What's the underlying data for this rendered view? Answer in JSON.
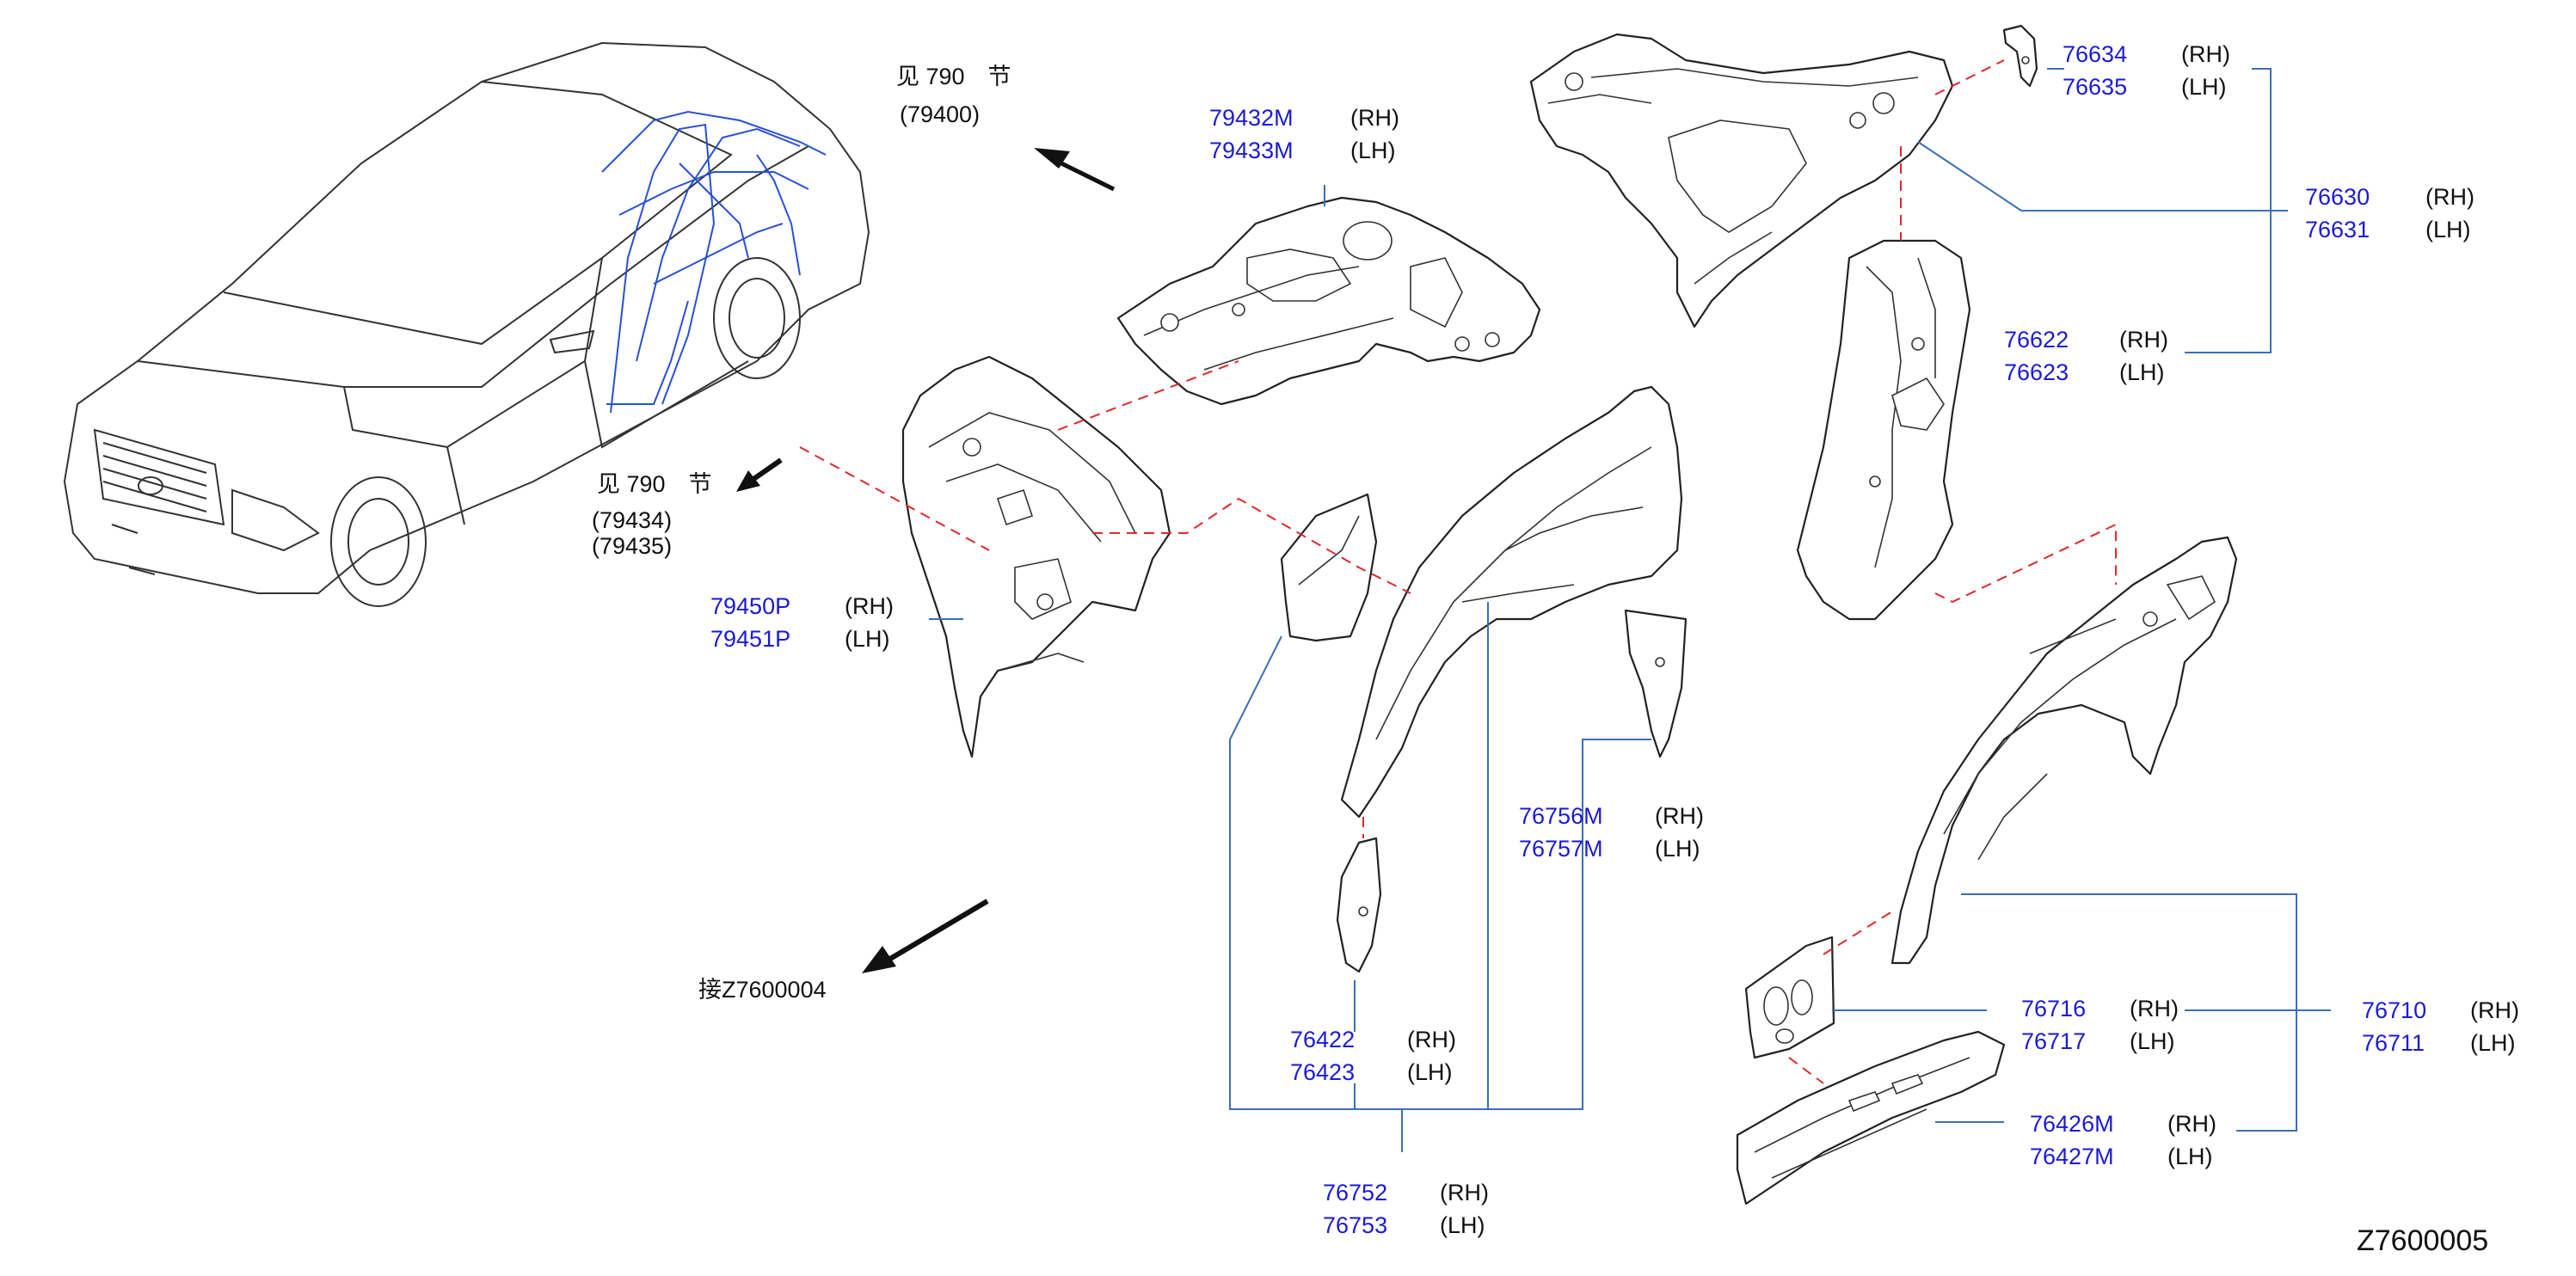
{
  "diagram_id": "Z7600005",
  "refs": {
    "see_top": "见 790　节",
    "see_top_code": "(79400)",
    "see_left": "见 790　节",
    "see_left_code1": "(79434)",
    "see_left_code2": "(79435)",
    "continue": "接Z7600004"
  },
  "parts": [
    {
      "key": "p79432",
      "rh": "79432M",
      "lh": "79433M",
      "rh_tag": "(RH)",
      "lh_tag": "(LH)"
    },
    {
      "key": "p79450",
      "rh": "79450P",
      "lh": "79451P",
      "rh_tag": "(RH)",
      "lh_tag": "(LH)"
    },
    {
      "key": "p76634",
      "rh": "76634",
      "lh": "76635",
      "rh_tag": "(RH)",
      "lh_tag": "(LH)"
    },
    {
      "key": "p76630",
      "rh": "76630",
      "lh": "76631",
      "rh_tag": "(RH)",
      "lh_tag": "(LH)"
    },
    {
      "key": "p76622",
      "rh": "76622",
      "lh": "76623",
      "rh_tag": "(RH)",
      "lh_tag": "(LH)"
    },
    {
      "key": "p76756",
      "rh": "76756M",
      "lh": "76757M",
      "rh_tag": "(RH)",
      "lh_tag": "(LH)"
    },
    {
      "key": "p76422",
      "rh": "76422",
      "lh": "76423",
      "rh_tag": "(RH)",
      "lh_tag": "(LH)"
    },
    {
      "key": "p76752",
      "rh": "76752",
      "lh": "76753",
      "rh_tag": "(RH)",
      "lh_tag": "(LH)"
    },
    {
      "key": "p76716",
      "rh": "76716",
      "lh": "76717",
      "rh_tag": "(RH)",
      "lh_tag": "(LH)"
    },
    {
      "key": "p76710",
      "rh": "76710",
      "lh": "76711",
      "rh_tag": "(RH)",
      "lh_tag": "(LH)"
    },
    {
      "key": "p76426",
      "rh": "76426M",
      "lh": "76427M",
      "rh_tag": "(RH)",
      "lh_tag": "(LH)"
    }
  ],
  "colors": {
    "part_number": "#1a1ad6",
    "leader": "#3b6fb8",
    "dashed_link": "#e0282c",
    "outline": "#222222"
  }
}
